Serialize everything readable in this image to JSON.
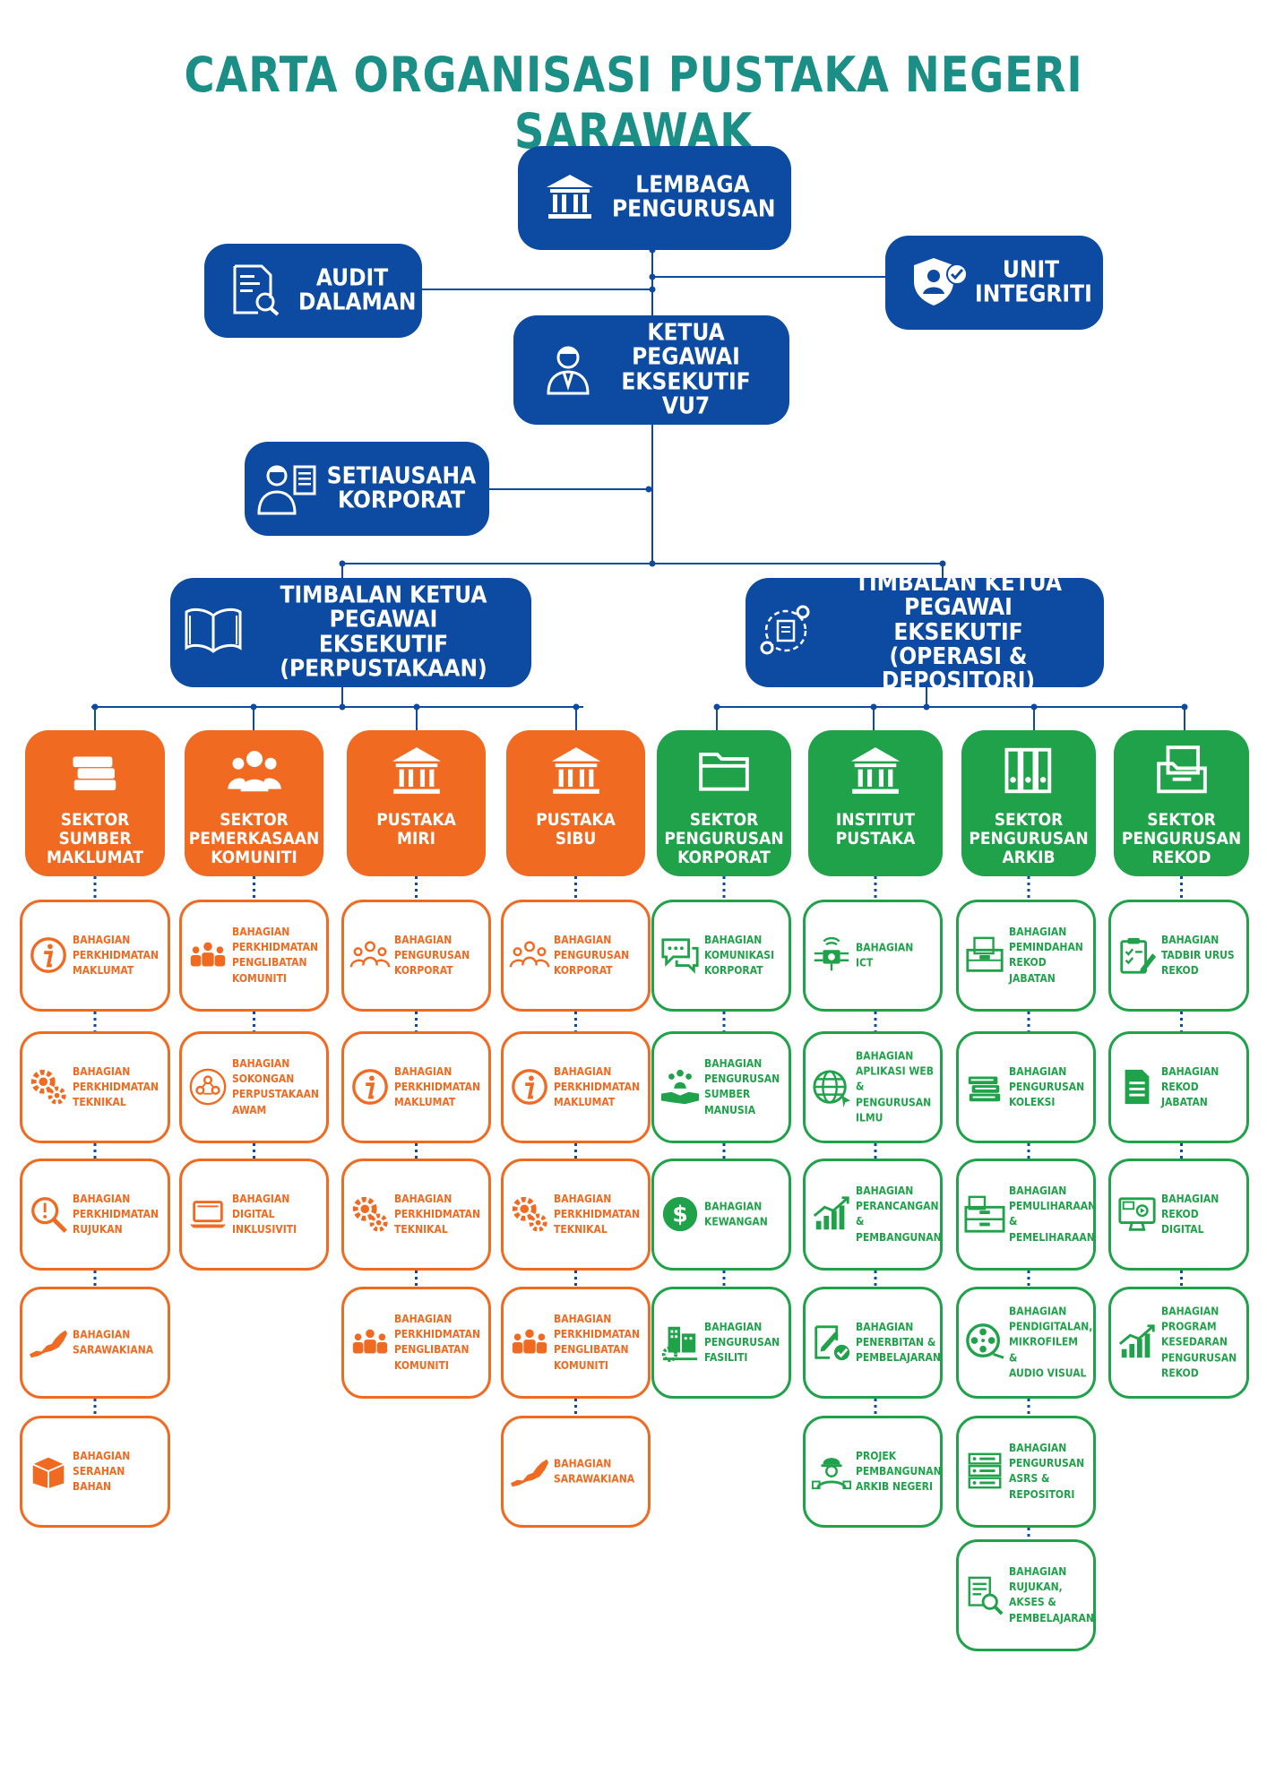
{
  "title": "CARTA ORGANISASI PUSTAKA NEGERI SARAWAK",
  "colors": {
    "title": "#1b8f86",
    "blue": "#0d4aa2",
    "orange": "#f06a22",
    "green": "#20a24a"
  },
  "top": {
    "lembaga": {
      "l1": "LEMBAGA",
      "l2": "PENGURUSAN",
      "icon": "building-icon"
    },
    "audit": {
      "l1": "AUDIT",
      "l2": "DALAMAN",
      "icon": "audit-report-icon"
    },
    "unit": {
      "l1": "UNIT",
      "l2": "INTEGRITI",
      "icon": "shield-user-icon"
    },
    "ketua": {
      "l1": "KETUA PEGAWAI",
      "l2": "EKSEKUTIF",
      "l3": "VU7",
      "icon": "officer-icon"
    },
    "setiausaha": {
      "l1": "SETIAUSAHA",
      "l2": "KORPORAT",
      "icon": "secretary-icon"
    },
    "tkp1": {
      "l1": "TIMBALAN KETUA PEGAWAI",
      "l2": "EKSEKUTIF",
      "l3": "(PERPUSTAKAAN)",
      "icon": "book-icon"
    },
    "tkp2": {
      "l1": "TIMBALAN KETUA PEGAWAI",
      "l2": "EKSEKUTIF",
      "l3": "(OPERASI & DEPOSITORI)",
      "icon": "gears-document-icon"
    }
  },
  "sectors": [
    {
      "l1": "SEKTOR SUMBER",
      "l2": "MAKLUMAT",
      "icon": "books-stack-icon",
      "subs": [
        {
          "lines": [
            "BAHAGIAN",
            "PERKHIDMATAN",
            "MAKLUMAT"
          ],
          "icon": "info-icon"
        },
        {
          "lines": [
            "BAHAGIAN",
            "PERKHIDMATAN",
            "TEKNIKAL"
          ],
          "icon": "gears-icon"
        },
        {
          "lines": [
            "BAHAGIAN",
            "PERKHIDMATAN",
            "RUJUKAN"
          ],
          "icon": "magnifier-icon"
        },
        {
          "lines": [
            "BAHAGIAN",
            "SARAWAKIANA"
          ],
          "icon": "sarawak-map-icon"
        },
        {
          "lines": [
            "BAHAGIAN",
            "SERAHAN",
            "BAHAN"
          ],
          "icon": "box-icon"
        }
      ]
    },
    {
      "l1": "SEKTOR",
      "l2": "PEMERKASAAN",
      "l3": "KOMUNITI",
      "icon": "people-icon",
      "subs": [
        {
          "lines": [
            "BAHAGIAN",
            "PERKHIDMATAN",
            "PENGLIBATAN",
            "KOMUNITI"
          ],
          "icon": "group-icon"
        },
        {
          "lines": [
            "BAHAGIAN",
            "SOKONGAN",
            "PERPUSTAKAAN",
            "AWAM"
          ],
          "icon": "community-circle-icon"
        },
        {
          "lines": [
            "BAHAGIAN",
            "DIGITAL",
            "INKLUSIVITI"
          ],
          "icon": "laptop-icon"
        }
      ]
    },
    {
      "l1": "PUSTAKA",
      "l2": "MIRI",
      "icon": "building-icon",
      "subs": [
        {
          "lines": [
            "BAHAGIAN",
            "PENGURUSAN",
            "KORPORAT"
          ],
          "icon": "team-outline-icon"
        },
        {
          "lines": [
            "BAHAGIAN",
            "PERKHIDMATAN",
            "MAKLUMAT"
          ],
          "icon": "info-icon"
        },
        {
          "lines": [
            "BAHAGIAN",
            "PERKHIDMATAN",
            "TEKNIKAL"
          ],
          "icon": "gears-icon"
        },
        {
          "lines": [
            "BAHAGIAN",
            "PERKHIDMATAN",
            "PENGLIBATAN",
            "KOMUNITI"
          ],
          "icon": "group-icon"
        }
      ]
    },
    {
      "l1": "PUSTAKA",
      "l2": "SIBU",
      "icon": "building-icon",
      "subs": [
        {
          "lines": [
            "BAHAGIAN",
            "PENGURUSAN",
            "KORPORAT"
          ],
          "icon": "team-outline-icon"
        },
        {
          "lines": [
            "BAHAGIAN",
            "PERKHIDMATAN",
            "MAKLUMAT"
          ],
          "icon": "info-icon"
        },
        {
          "lines": [
            "BAHAGIAN",
            "PERKHIDMATAN",
            "TEKNIKAL"
          ],
          "icon": "gears-icon"
        },
        {
          "lines": [
            "BAHAGIAN",
            "PERKHIDMATAN",
            "PENGLIBATAN",
            "KOMUNITI"
          ],
          "icon": "group-icon"
        },
        {
          "lines": [
            "BAHAGIAN",
            "SARAWAKIANA"
          ],
          "icon": "sarawak-map-icon"
        }
      ]
    },
    {
      "l1": "SEKTOR",
      "l2": "PENGURUSAN",
      "l3": "KORPORAT",
      "icon": "folder-icon",
      "subs": [
        {
          "lines": [
            "BAHAGIAN",
            "KOMUNIKASI",
            "KORPORAT"
          ],
          "icon": "chat-icon"
        },
        {
          "lines": [
            "BAHAGIAN",
            "PENGURUSAN",
            "SUMBER",
            "MANUSIA"
          ],
          "icon": "hand-people-icon"
        },
        {
          "lines": [
            "BAHAGIAN",
            "KEWANGAN"
          ],
          "icon": "dollar-icon"
        },
        {
          "lines": [
            "BAHAGIAN",
            "PENGURUSAN",
            "FASILITI"
          ],
          "icon": "facility-icon"
        }
      ]
    },
    {
      "l1": "INSTITUT",
      "l2": "PUSTAKA",
      "icon": "building-icon",
      "subs": [
        {
          "lines": [
            "BAHAGIAN",
            "ICT"
          ],
          "icon": "chip-icon"
        },
        {
          "lines": [
            "BAHAGIAN",
            "APLIKASI WEB",
            "& PENGURUSAN",
            "ILMU"
          ],
          "icon": "globe-icon"
        },
        {
          "lines": [
            "BAHAGIAN",
            "PERANCANGAN",
            "& PEMBANGUNAN"
          ],
          "icon": "growth-chart-icon"
        },
        {
          "lines": [
            "BAHAGIAN",
            "PENERBITAN &",
            "PEMBELAJARAN"
          ],
          "icon": "edit-check-icon"
        },
        {
          "lines": [
            "PROJEK",
            "PEMBANGUNAN",
            "ARKIB NEGERI"
          ],
          "icon": "worker-icon"
        }
      ]
    },
    {
      "l1": "SEKTOR",
      "l2": "PENGURUSAN",
      "l3": "ARKIB",
      "icon": "binders-icon",
      "subs": [
        {
          "lines": [
            "BAHAGIAN",
            "PEMINDAHAN",
            "REKOD JABATAN"
          ],
          "icon": "file-box-icon"
        },
        {
          "lines": [
            "BAHAGIAN",
            "PENGURUSAN",
            "KOLEKSI"
          ],
          "icon": "books-stack-icon"
        },
        {
          "lines": [
            "BAHAGIAN",
            "PEMULIHARAAN &",
            "PEMELIHARAAN"
          ],
          "icon": "file-cabinet-icon"
        },
        {
          "lines": [
            "BAHAGIAN",
            "PENDIGITALAN,",
            "MIKROFILEM &",
            "AUDIO VISUAL"
          ],
          "icon": "film-reel-icon"
        },
        {
          "lines": [
            "BAHAGIAN",
            "PENGURUSAN",
            "ASRS &",
            "REPOSITORI"
          ],
          "icon": "server-icon"
        },
        {
          "lines": [
            "BAHAGIAN",
            "RUJUKAN,",
            "AKSES &",
            "PEMBELAJARAN"
          ],
          "icon": "document-search-icon"
        }
      ]
    },
    {
      "l1": "SEKTOR",
      "l2": "PENGURUSAN",
      "l3": "REKOD",
      "icon": "records-folder-icon",
      "subs": [
        {
          "lines": [
            "BAHAGIAN",
            "TADBIR URUS",
            "REKOD"
          ],
          "icon": "clipboard-pen-icon"
        },
        {
          "lines": [
            "BAHAGIAN",
            "REKOD",
            "JABATAN"
          ],
          "icon": "document-icon"
        },
        {
          "lines": [
            "BAHAGIAN",
            "REKOD",
            "DIGITAL"
          ],
          "icon": "monitor-icon"
        },
        {
          "lines": [
            "BAHAGIAN",
            "PROGRAM",
            "KESEDARAN",
            "PENGURUSAN",
            "REKOD"
          ],
          "icon": "growth-chart-icon"
        }
      ]
    }
  ]
}
